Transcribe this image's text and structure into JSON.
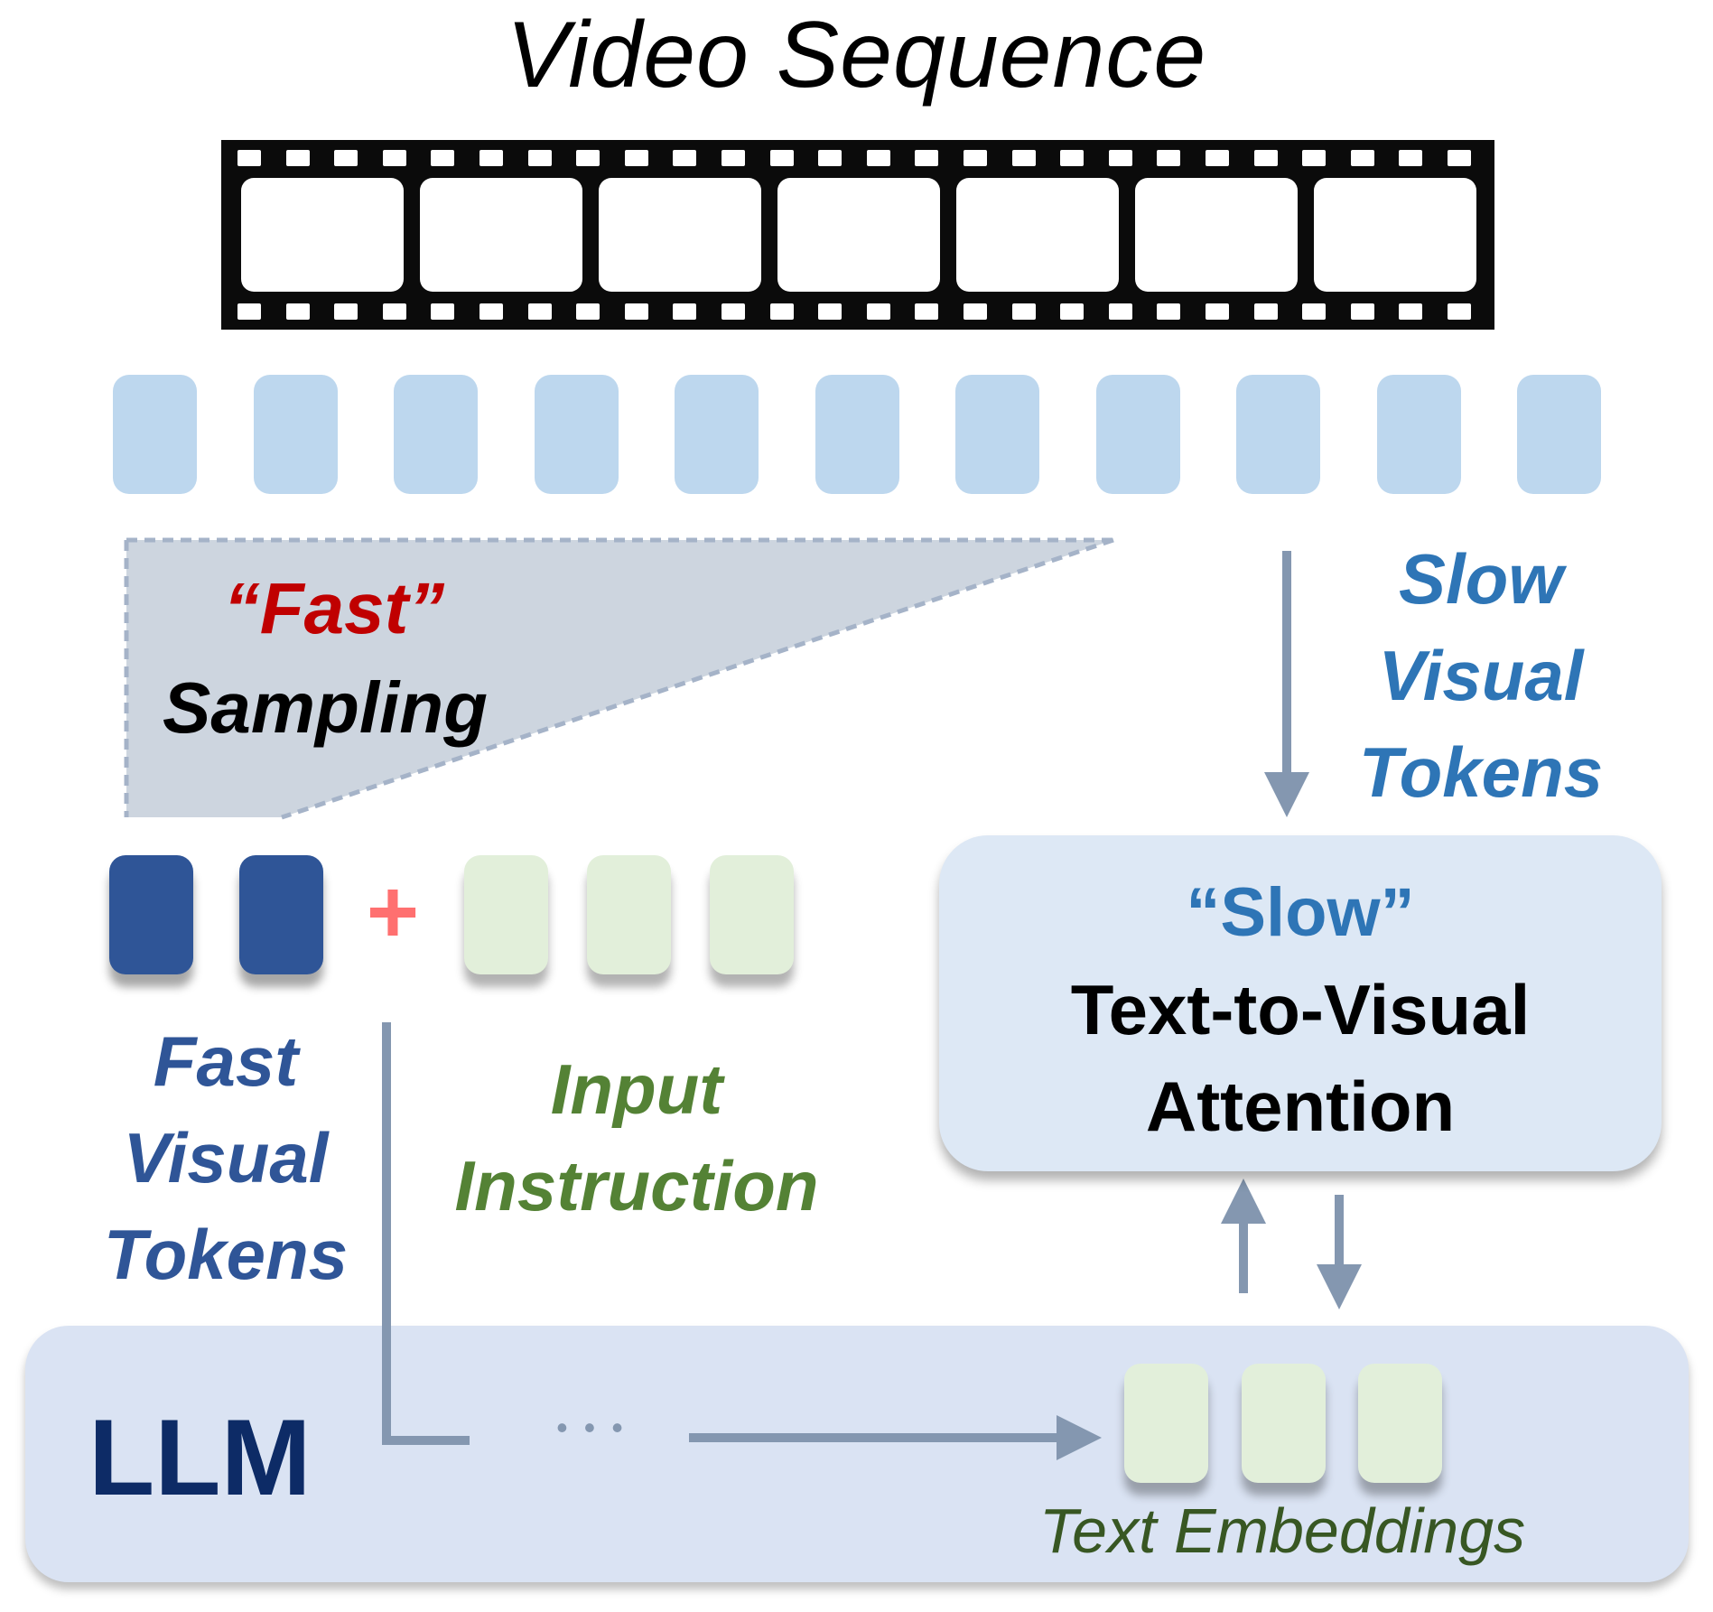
{
  "title": "Video Sequence",
  "fast_sampling": {
    "quoted": "“Fast”",
    "word": "Sampling"
  },
  "slow_visual_tokens": {
    "line1": "Slow",
    "line2": "Visual",
    "line3": "Tokens"
  },
  "fast_visual_tokens": {
    "line1": "Fast",
    "line2": "Visual",
    "line3": "Tokens"
  },
  "plus_sign": "+",
  "input_instruction": {
    "line1": "Input",
    "line2": "Instruction"
  },
  "attention": {
    "quoted": "“Slow”",
    "line1": "Text-to-Visual",
    "line2": "Attention"
  },
  "llm": {
    "label": "LLM",
    "ellipsis": "• • •"
  },
  "text_embeddings": "Text Embeddings",
  "colors": {
    "light_token": "#bdd7ee",
    "fast_token": "#2f5597",
    "instruction_token": "#e2efda",
    "fast_red": "#c00000",
    "slow_blue": "#2e75b6",
    "fast_label_blue": "#2f5597",
    "instruction_green": "#548235",
    "embeddings_green": "#385723",
    "llm_navy": "#0d2b66",
    "arrow": "#8497b0",
    "plus": "#ff7070"
  }
}
